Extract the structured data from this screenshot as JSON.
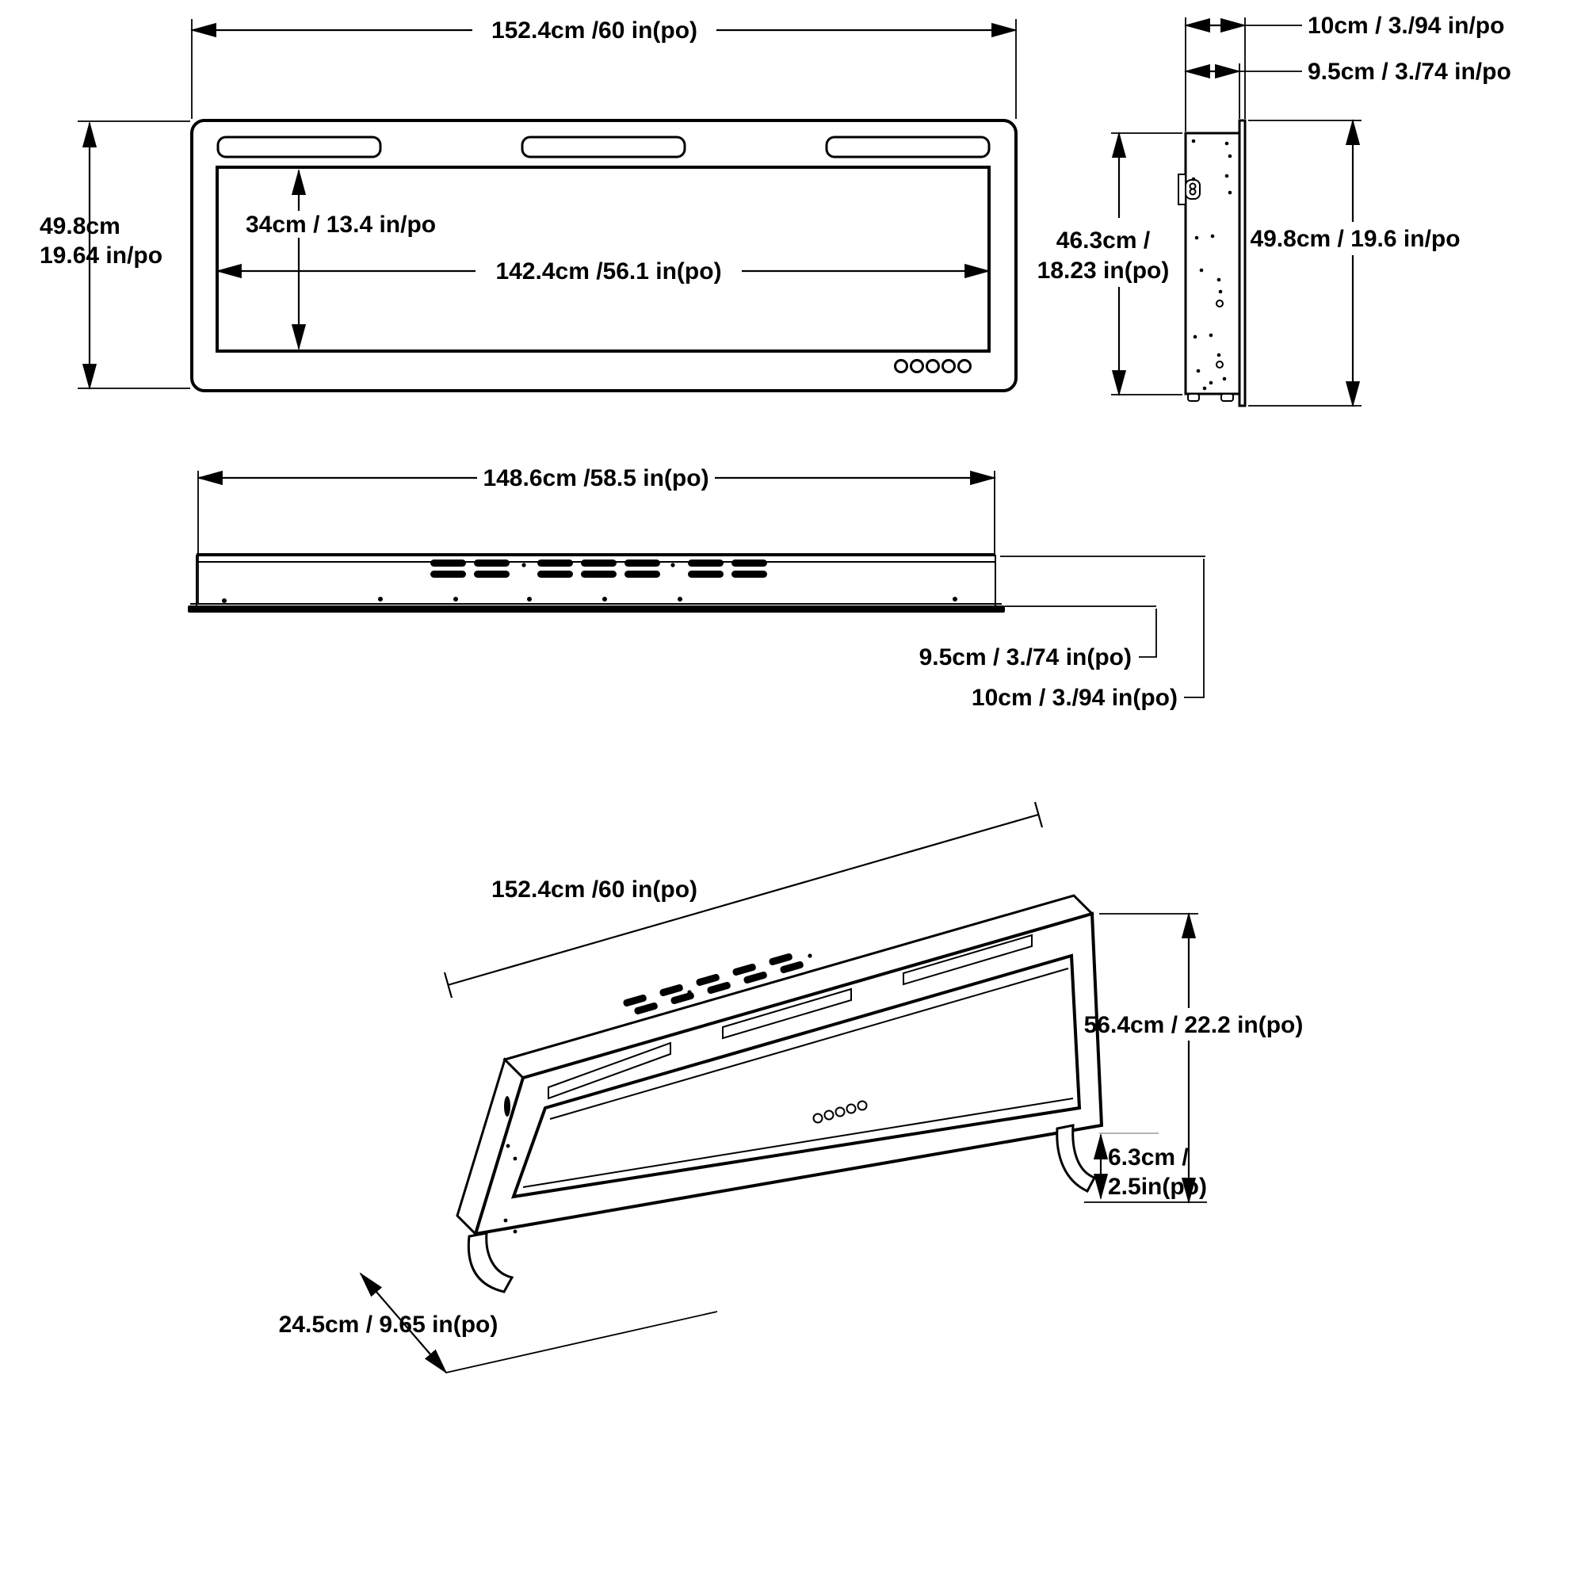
{
  "page": {
    "background": "#ffffff",
    "line_color": "#000000"
  },
  "front_view": {
    "width_label": "152.4cm /60 in(po)",
    "height_label_line1": "49.8cm",
    "height_label_line2": "19.64 in/po",
    "glass_height_label": "34cm / 13.4 in/po",
    "glass_width_label": "142.4cm /56.1 in(po)"
  },
  "side_view": {
    "depth_overall_label": "10cm / 3./94 in/po",
    "depth_recess_label": "9.5cm / 3./74 in/po",
    "rear_height_label_line1": "46.3cm /",
    "rear_height_label_line2": "18.23 in(po)",
    "front_height_label": "49.8cm / 19.6 in/po"
  },
  "bottom_view": {
    "width_label": "148.6cm /58.5 in(po)",
    "depth_recess_label": "9.5cm / 3./74 in(po)",
    "depth_overall_label": "10cm / 3./94 in(po)"
  },
  "iso_view": {
    "width_label": "152.4cm /60 in(po)",
    "height_label": "56.4cm / 22.2 in(po)",
    "foot_height_label_line1": "6.3cm /",
    "foot_height_label_line2": "2.5in(po)",
    "depth_label": "24.5cm / 9.65 in(po)"
  }
}
